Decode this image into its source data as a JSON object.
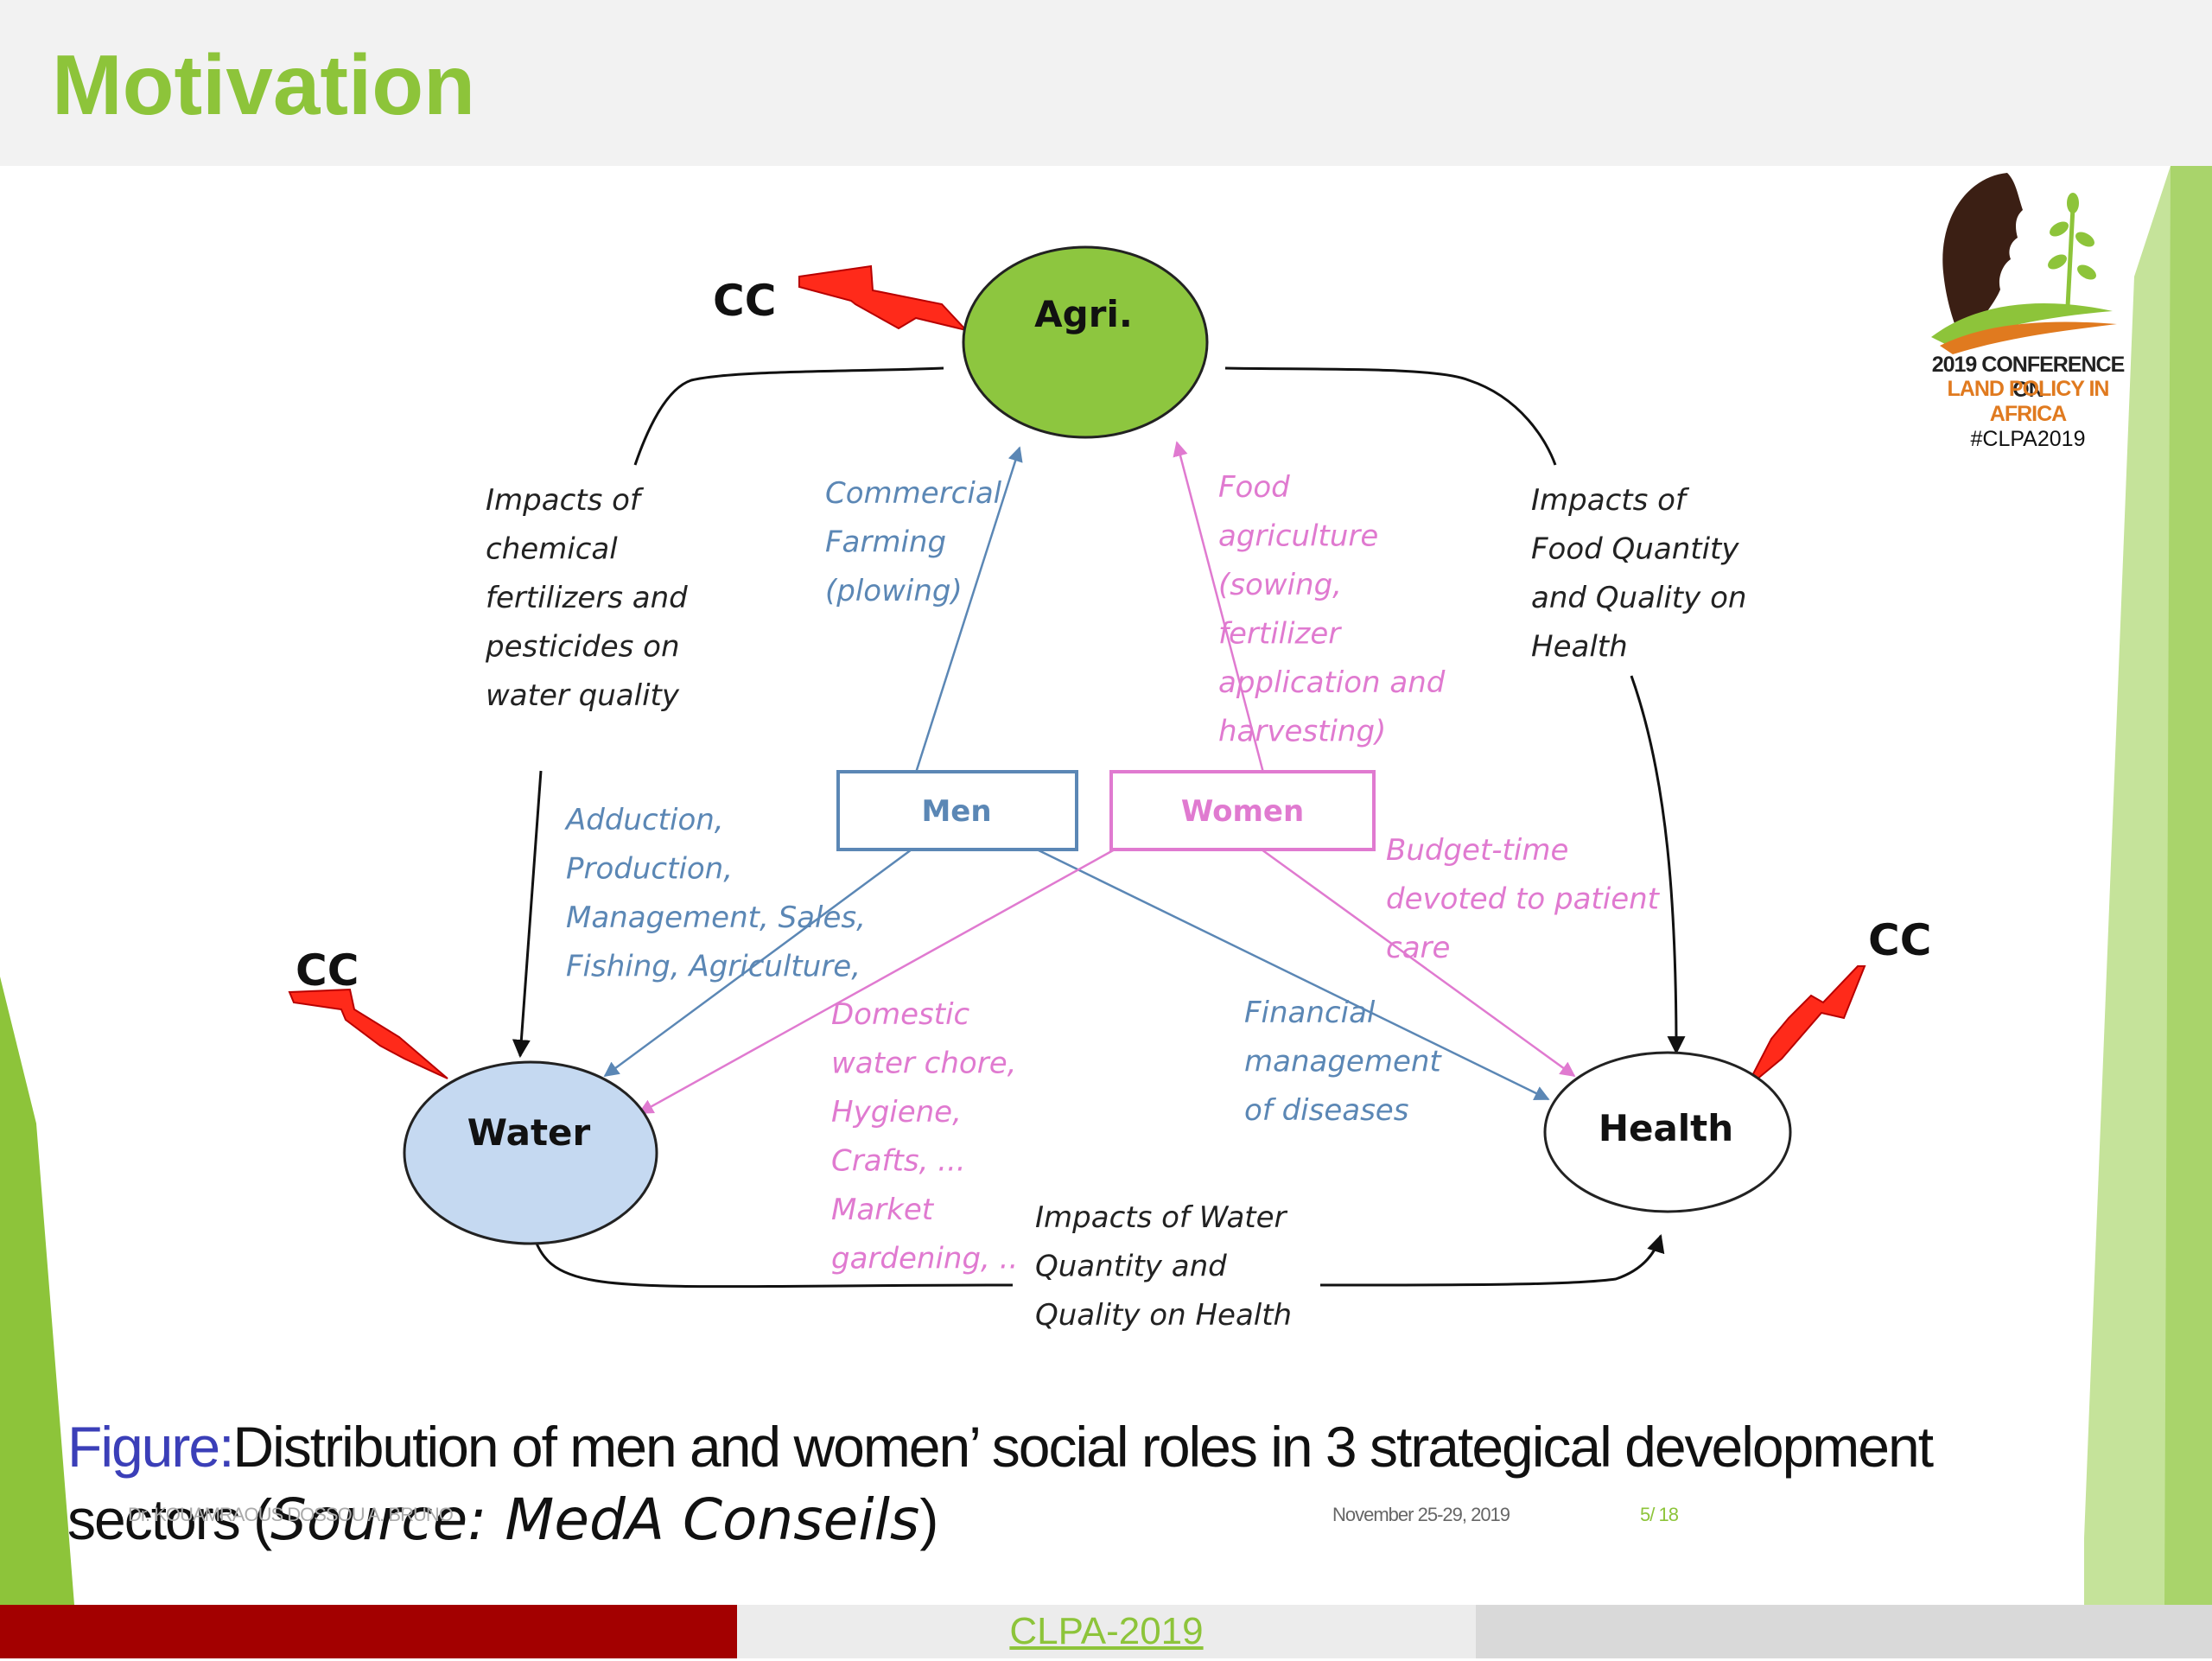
{
  "slide": {
    "title": "Motivation",
    "accent_color": "#8dc43a"
  },
  "logo": {
    "line1": "2019 CONFERENCE ON",
    "line2": "LAND POLICY IN AFRICA",
    "hashtag": "#CLPA2019"
  },
  "diagram": {
    "nodes": {
      "agri": "Agri.",
      "water": "Water",
      "health": "Health",
      "men": "Men",
      "women": "Women"
    },
    "cc_labels": [
      "CC",
      "CC",
      "CC"
    ],
    "labels": {
      "agri_water": [
        "Impacts of",
        "chemical",
        "fertilizers and",
        "pesticides on",
        "water  quality"
      ],
      "agri_health": [
        "Impacts of",
        "Food Quantity",
        "and Quality on",
        "Health"
      ],
      "men_agri": [
        "Commercial",
        "Farming",
        "(plowing)"
      ],
      "women_agri": [
        "Food",
        "agriculture",
        "(sowing,",
        "fertilizer",
        "application and",
        "harvesting)"
      ],
      "men_water": [
        "Adduction,",
        "Production,",
        "Management, Sales,",
        "Fishing, Agriculture,"
      ],
      "women_health": [
        "Budget-time",
        "devoted to patient",
        "care"
      ],
      "women_water": [
        "Domestic",
        "water chore,",
        "Hygiene,",
        "Crafts, ...",
        "Market",
        "gardening, .."
      ],
      "men_health": [
        "Financial",
        "management",
        "of diseases"
      ],
      "water_health": [
        "Impacts of Water",
        "Quantity and",
        "Quality on Health"
      ]
    },
    "colors": {
      "agri_fill": "#8dc63f",
      "water_fill": "#c5d9f1",
      "men": "#5b87b5",
      "women": "#e07ad0",
      "bolt": "#ff2a1a"
    }
  },
  "caption": {
    "lead": "Figure:",
    "text": "Distribution  of men and women’ social roles in 3 strategical development sectors (",
    "source": "Source: MedA Conseils",
    "close": ")"
  },
  "footer": {
    "author": "Dr. KOUAMRAOUS DOSSOU A. BRUNO",
    "date": "November 25-29, 2019",
    "page": "5/  18",
    "link": "CLPA-2019"
  }
}
